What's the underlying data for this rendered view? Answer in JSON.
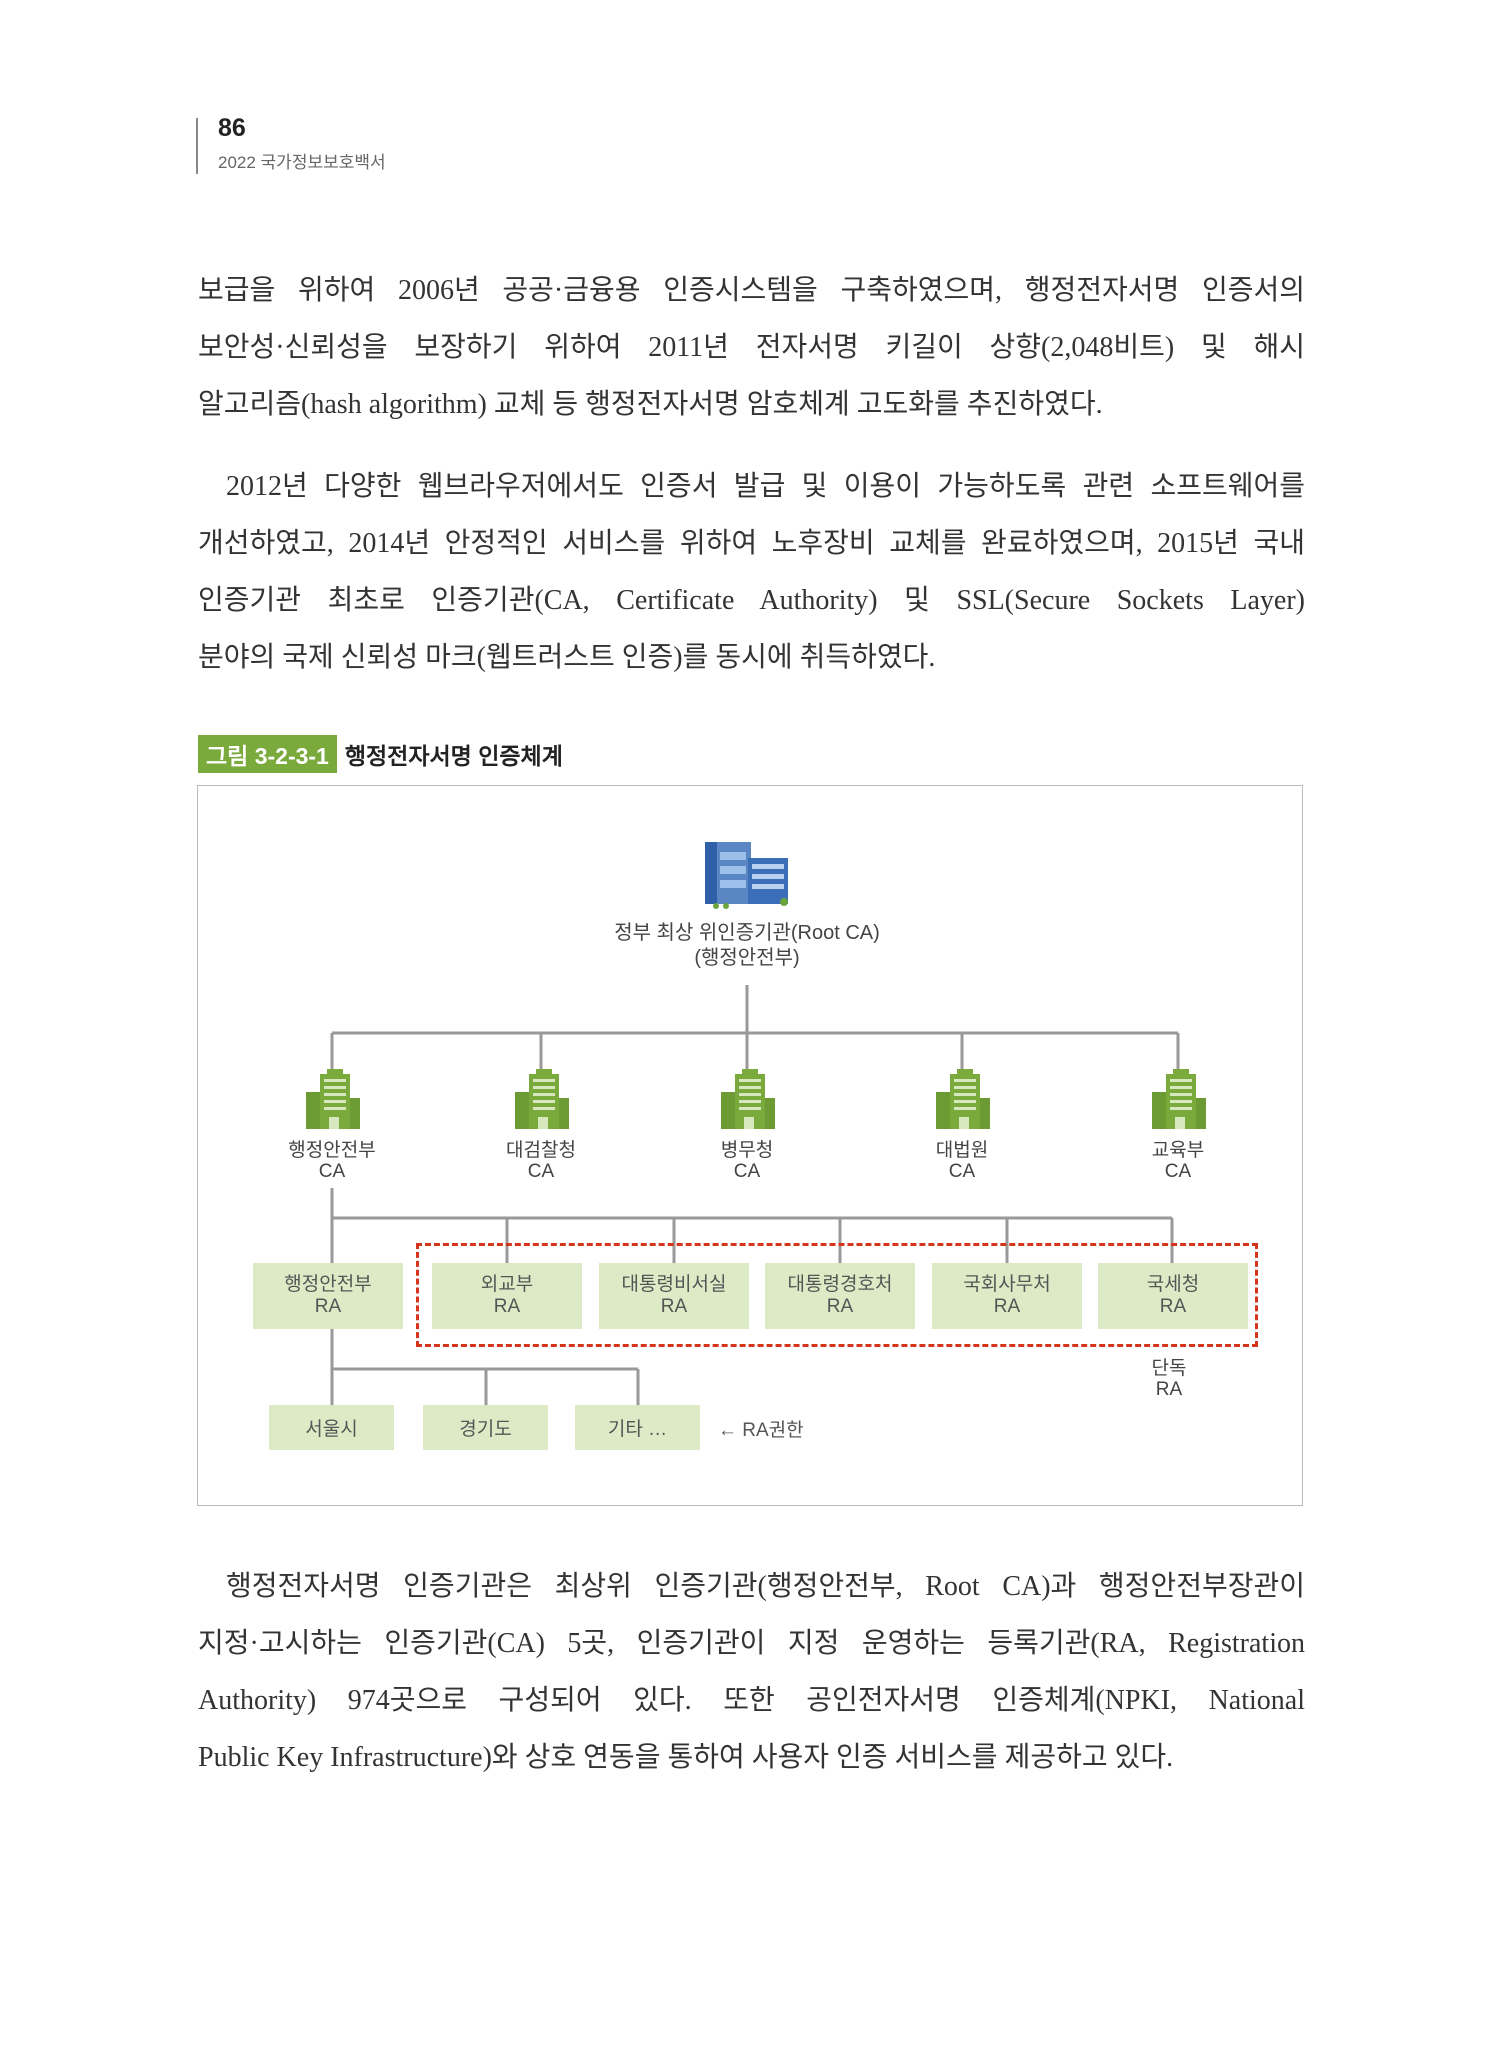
{
  "header": {
    "page_number": "86",
    "book_title": "2022 국가정보보호백서"
  },
  "paragraph1": [
    "보급을 위하여 2006년 공공·금융용 인증시스템을 구축하였으며, 행정전자서명 인증서의",
    "보안성·신뢰성을 보장하기 위하여 2011년 전자서명 키길이 상향(2,048비트) 및 해시",
    "알고리즘(hash algorithm) 교체 등 행정전자서명 암호체계 고도화를 추진하였다."
  ],
  "paragraph2": [
    "2012년 다양한 웹브라우저에서도 인증서 발급 및 이용이 가능하도록 관련 소프트웨어를",
    "개선하였고, 2014년 안정적인 서비스를 위하여 노후장비 교체를 완료하였으며, 2015년 국내",
    "인증기관 최초로 인증기관(CA, Certificate Authority) 및 SSL(Secure Sockets Layer)",
    "분야의 국제 신뢰성 마크(웹트러스트 인증)를 동시에 취득하였다."
  ],
  "figure": {
    "tag": "그림 3-2-3-1",
    "title": "행정전자서명 인증체계",
    "root": {
      "line1": "정부 최상 위인증기관(Root CA)",
      "line2": "(행정안전부)"
    },
    "cas": [
      {
        "name": "행정안전부",
        "type": "CA"
      },
      {
        "name": "대검찰청",
        "type": "CA"
      },
      {
        "name": "병무청",
        "type": "CA"
      },
      {
        "name": "대법원",
        "type": "CA"
      },
      {
        "name": "교육부",
        "type": "CA"
      }
    ],
    "ras": [
      {
        "name": "행정안전부",
        "type": "RA"
      },
      {
        "name": "외교부",
        "type": "RA"
      },
      {
        "name": "대통령비서실",
        "type": "RA"
      },
      {
        "name": "대통령경호처",
        "type": "RA"
      },
      {
        "name": "국회사무처",
        "type": "RA"
      },
      {
        "name": "국세청",
        "type": "RA"
      }
    ],
    "standalone": {
      "line1": "단독",
      "line2": "RA"
    },
    "sub_ras": [
      "서울시",
      "경기도",
      "기타 …"
    ],
    "ra_authority_label": "← RA권한",
    "colors": {
      "accent_green": "#7aaa3c",
      "box_fill": "#dcebc6",
      "dash_red": "#d4351c",
      "line_gray": "#999999"
    }
  },
  "paragraph3": [
    "행정전자서명 인증기관은 최상위 인증기관(행정안전부, Root CA)과 행정안전부장관이",
    "지정·고시하는 인증기관(CA) 5곳, 인증기관이 지정 운영하는 등록기관(RA, Registration",
    "Authority) 974곳으로 구성되어 있다. 또한 공인전자서명 인증체계(NPKI, National",
    "Public Key Infrastructure)와 상호 연동을 통하여 사용자 인증 서비스를 제공하고 있다."
  ]
}
